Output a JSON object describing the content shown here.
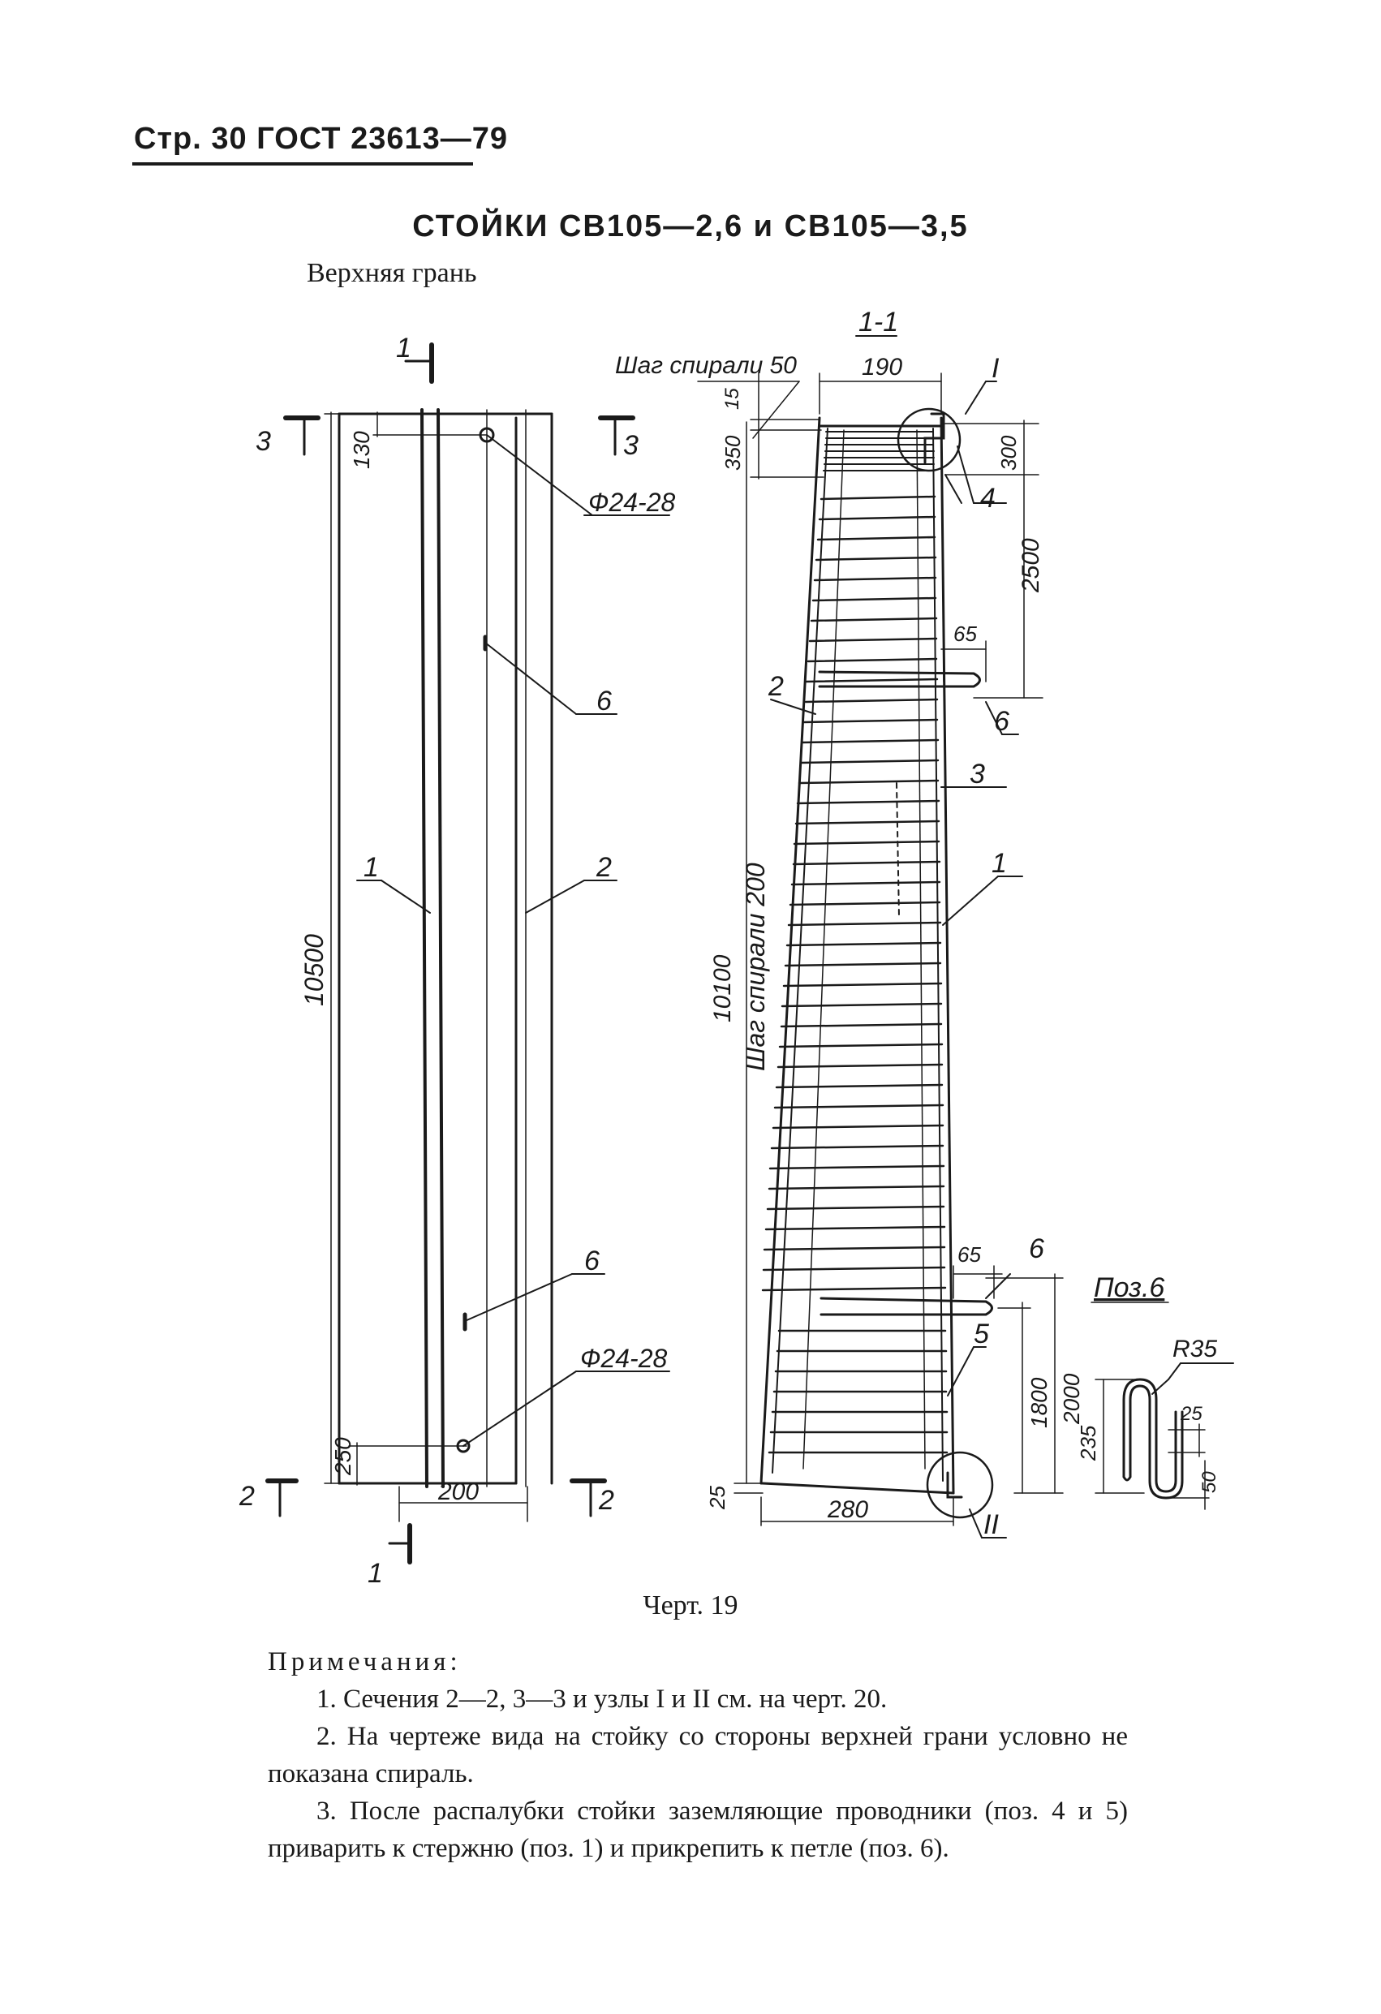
{
  "header": "Стр. 30 ГОСТ 23613—79",
  "title": "СТОЙКИ СВ105—2,6 и СВ105—3,5",
  "subtitle": "Верхняя грань",
  "drawing": {
    "left_view": {
      "section_marks": [
        "1",
        "1",
        "3",
        "3",
        "2",
        "2"
      ],
      "dims": [
        "130",
        "250",
        "10500",
        "200"
      ],
      "hole_label": "Ф24-28",
      "hole_label_bottom": "Ф24-28",
      "callouts": [
        "1",
        "2",
        "6",
        "6"
      ]
    },
    "right_view": {
      "section_title": "1-1",
      "spiral_top": "Шаг спирали 50",
      "dims": [
        "190",
        "15",
        "350",
        "300",
        "2500",
        "65",
        "65",
        "10100",
        "1800",
        "2000",
        "25",
        "280"
      ],
      "spiral_main": "Шаг спирали 200",
      "callouts": [
        "2",
        "3",
        "1",
        "4",
        "6",
        "6",
        "5"
      ],
      "node_labels": [
        "I",
        "II"
      ]
    },
    "detail": {
      "title": "Поз.6",
      "dims": [
        "R35",
        "235",
        "25",
        "50"
      ]
    }
  },
  "caption": "Черт. 19",
  "notes": {
    "heading": "Примечания:",
    "items": [
      "1. Сечения 2—2, 3—3 и узлы I и II см. на черт. 20.",
      "2. На чертеже вида на стойку со стороны верхней грани условно не показана спираль.",
      "3. После распалубки стойки заземляющие проводники (поз. 4 и 5) приварить к стержню (поз. 1) и прикрепить к петле (поз. 6)."
    ]
  }
}
